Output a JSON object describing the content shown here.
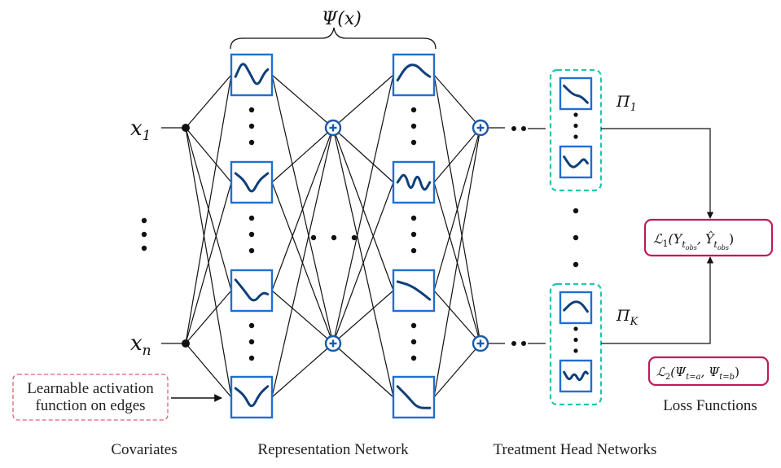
{
  "title": {
    "psi": "Ψ(x)"
  },
  "inputs": {
    "x1": "x",
    "x1_sub": "1",
    "xn": "x",
    "xn_sub": "n",
    "dots": "⋮"
  },
  "heads": {
    "pi1": "Π",
    "pi1_sub": "1",
    "piK": "Π",
    "piK_sub": "K"
  },
  "losses": {
    "l1_script": "ℒ",
    "l1_sub": "1",
    "l1_body": "(Y",
    "l1_tobs": "t",
    "l1_obs": "obs",
    "l1_comma": ", Ŷ",
    "l1_tobs2": "t",
    "l1_obs2": "obs",
    "l1_close": ")",
    "l2_script": "ℒ",
    "l2_sub": "2",
    "l2_body": "(Ψ",
    "l2_ta": "t=a",
    "l2_mid": ", Ψ",
    "l2_tb": "t=b",
    "l2_close": ")"
  },
  "callout": {
    "line1": "Learnable activation",
    "line2": "function on edges"
  },
  "captions": {
    "covariates": "Covariates",
    "representation": "Representation Network",
    "treatment": "Treatment Head Networks",
    "loss": "Loss Functions"
  },
  "colors": {
    "blue": "#1f6fd1",
    "curve": "#0d3f7c",
    "teal": "#22c4b4",
    "red": "#c2185b",
    "dashed_red": "#e06070",
    "ink": "#111111"
  },
  "icons": [
    "plus-node-icon",
    "activation-curve-icon",
    "arrow-icon"
  ]
}
